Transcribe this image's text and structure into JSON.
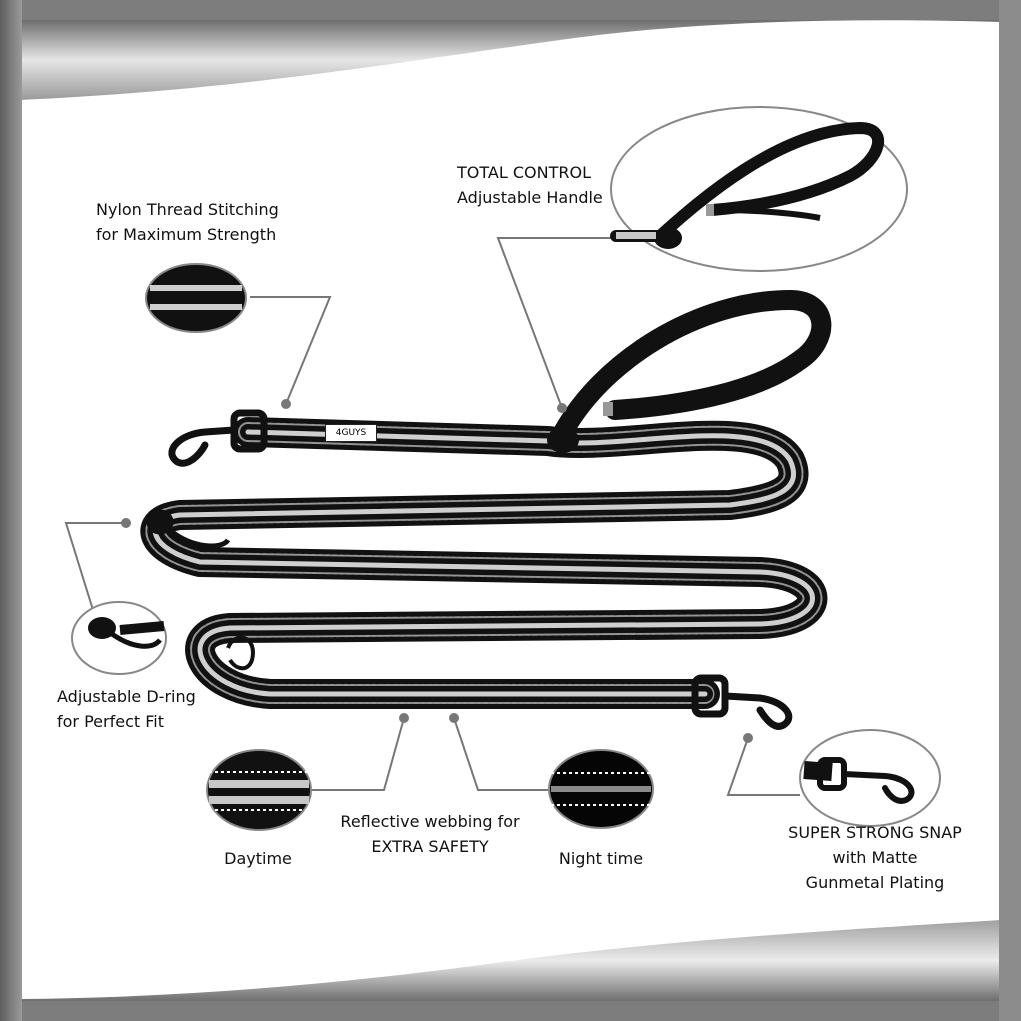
{
  "callouts": {
    "nylon_line1": "Nylon Thread Stitching",
    "nylon_line2": "for Maximum Strength",
    "control_line1": "TOTAL CONTROL",
    "control_line2": "Adjustable Handle",
    "dring_line1": "Adjustable D-ring",
    "dring_line2": "for Perfect Fit",
    "reflective_line1": "Reflective webbing for",
    "reflective_line2": "EXTRA SAFETY",
    "daytime": "Daytime",
    "nighttime": "Night time",
    "snap_line1": "SUPER STRONG SNAP",
    "snap_line2": "with Matte",
    "snap_line3": "Gunmetal Plating"
  },
  "product": {
    "brand_tag": "4GUYS"
  },
  "colors": {
    "frame": "#8a8a8a",
    "strap": "#111111",
    "reflective": "#c8c8c8",
    "leader_line": "#777777"
  }
}
